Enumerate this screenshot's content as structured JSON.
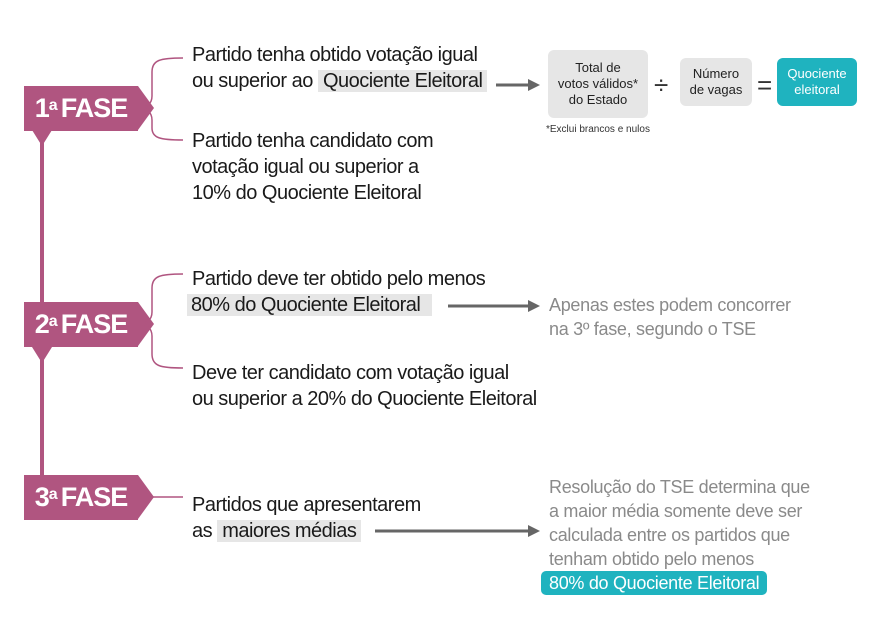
{
  "phases": [
    {
      "label": "1",
      "sup": "a",
      "word": "FASE",
      "conditions": [
        [
          "Partido tenha obtido votação igual",
          "ou superior ao",
          "Quociente Eleitoral"
        ],
        [
          "Partido tenha candidato com",
          "votação igual ou superior a",
          "10% do Quociente Eleitoral"
        ]
      ]
    },
    {
      "label": "2",
      "sup": "a",
      "word": "FASE",
      "conditions": [
        [
          "Partido deve ter obtido pelo menos",
          "80% do Quociente Eleitoral"
        ],
        [
          "Deve ter candidato com votação igual",
          "ou superior a 20% do Quociente Eleitoral"
        ]
      ],
      "note": [
        "Apenas estes podem concorrer",
        "na 3º fase, segundo o TSE"
      ]
    },
    {
      "label": "3",
      "sup": "a",
      "word": "FASE",
      "conditions": [
        [
          "Partidos que apresentarem",
          "as",
          "maiores médias"
        ]
      ],
      "note": [
        "Resolução do TSE determina que",
        "a maior média somente deve ser",
        "calculada entre os partidos que",
        "tenham obtido pelo menos",
        "80% do Quociente Eleitoral"
      ]
    }
  ],
  "formula": {
    "numerator": [
      "Total de",
      "votos válidos*",
      "do Estado"
    ],
    "divide": "÷",
    "divisor": [
      "Número",
      "de vagas"
    ],
    "equals": "=",
    "result": [
      "Quociente",
      "eleitoral"
    ],
    "footnote": "*Exclui brancos e nulos"
  },
  "colors": {
    "phase": "#b05580",
    "accent": "#1fb3bf",
    "highlight": "#e6e6e6",
    "note": "#8a8a8a"
  }
}
